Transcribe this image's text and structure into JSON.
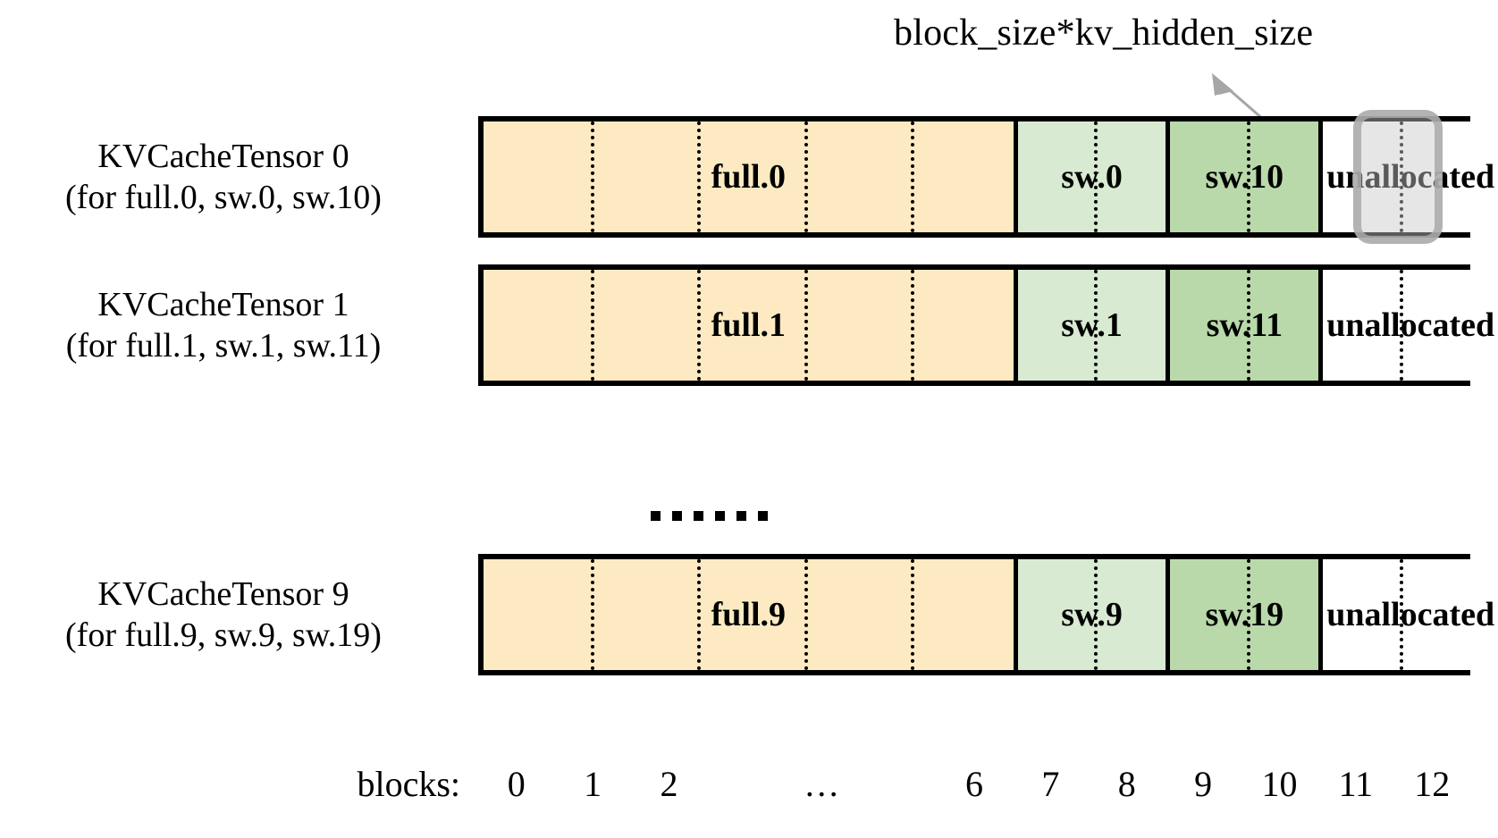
{
  "annotation": {
    "label": "block_size*kv_hidden_size",
    "arrow_color": "#a6a6a6",
    "highlight_target": "unallocated-block-11",
    "highlight_border_color": "#aaaaaa",
    "highlight_fill_color": "#c8c8c8"
  },
  "colors": {
    "full_block": "#fdeac2",
    "sw_block": "#d8ead2",
    "sw_block_dark": "#b9d9ab",
    "unallocated_block": "#ffffff",
    "border": "#000000"
  },
  "rows": [
    {
      "id": "kvcachetensor-0",
      "label_line1": "KVCacheTensor 0",
      "label_line2": "(for full.0, sw.0, sw.10)",
      "cells": [
        {
          "name": "full-cell",
          "text": "full.0",
          "fill": "full_block",
          "blocks": 7,
          "subdivisions": 4
        },
        {
          "name": "sw-cell",
          "text": "sw.0",
          "fill": "sw_block",
          "blocks": 2,
          "subdivisions": 1
        },
        {
          "name": "sw-dark-cell",
          "text": "sw.10",
          "fill": "sw_block_dark",
          "blocks": 2,
          "subdivisions": 1
        },
        {
          "name": "unallocated-cell",
          "text": "unallocated",
          "fill": "unallocated_block",
          "blocks": 2,
          "subdivisions": 1
        }
      ]
    },
    {
      "id": "kvcachetensor-1",
      "label_line1": "KVCacheTensor 1",
      "label_line2": "(for full.1, sw.1, sw.11)",
      "cells": [
        {
          "name": "full-cell",
          "text": "full.1",
          "fill": "full_block",
          "blocks": 7,
          "subdivisions": 4
        },
        {
          "name": "sw-cell",
          "text": "sw.1",
          "fill": "sw_block",
          "blocks": 2,
          "subdivisions": 1
        },
        {
          "name": "sw-dark-cell",
          "text": "sw.11",
          "fill": "sw_block_dark",
          "blocks": 2,
          "subdivisions": 1
        },
        {
          "name": "unallocated-cell",
          "text": "unallocated",
          "fill": "unallocated_block",
          "blocks": 2,
          "subdivisions": 1
        }
      ]
    },
    {
      "id": "kvcachetensor-9",
      "label_line1": "KVCacheTensor 9",
      "label_line2": "(for full.9, sw.9, sw.19)",
      "cells": [
        {
          "name": "full-cell",
          "text": "full.9",
          "fill": "full_block",
          "blocks": 7,
          "subdivisions": 4
        },
        {
          "name": "sw-cell",
          "text": "sw.9",
          "fill": "sw_block",
          "blocks": 2,
          "subdivisions": 1
        },
        {
          "name": "sw-dark-cell",
          "text": "sw.19",
          "fill": "sw_block_dark",
          "blocks": 2,
          "subdivisions": 1
        },
        {
          "name": "unallocated-cell",
          "text": "unallocated",
          "fill": "unallocated_block",
          "blocks": 2,
          "subdivisions": 1
        }
      ]
    }
  ],
  "ellipsis": {
    "dots": 6
  },
  "blocks_axis": {
    "title": "blocks:",
    "ticks": [
      "0",
      "1",
      "2",
      "…",
      "6",
      "7",
      "8",
      "9",
      "10",
      "11",
      "12"
    ]
  }
}
